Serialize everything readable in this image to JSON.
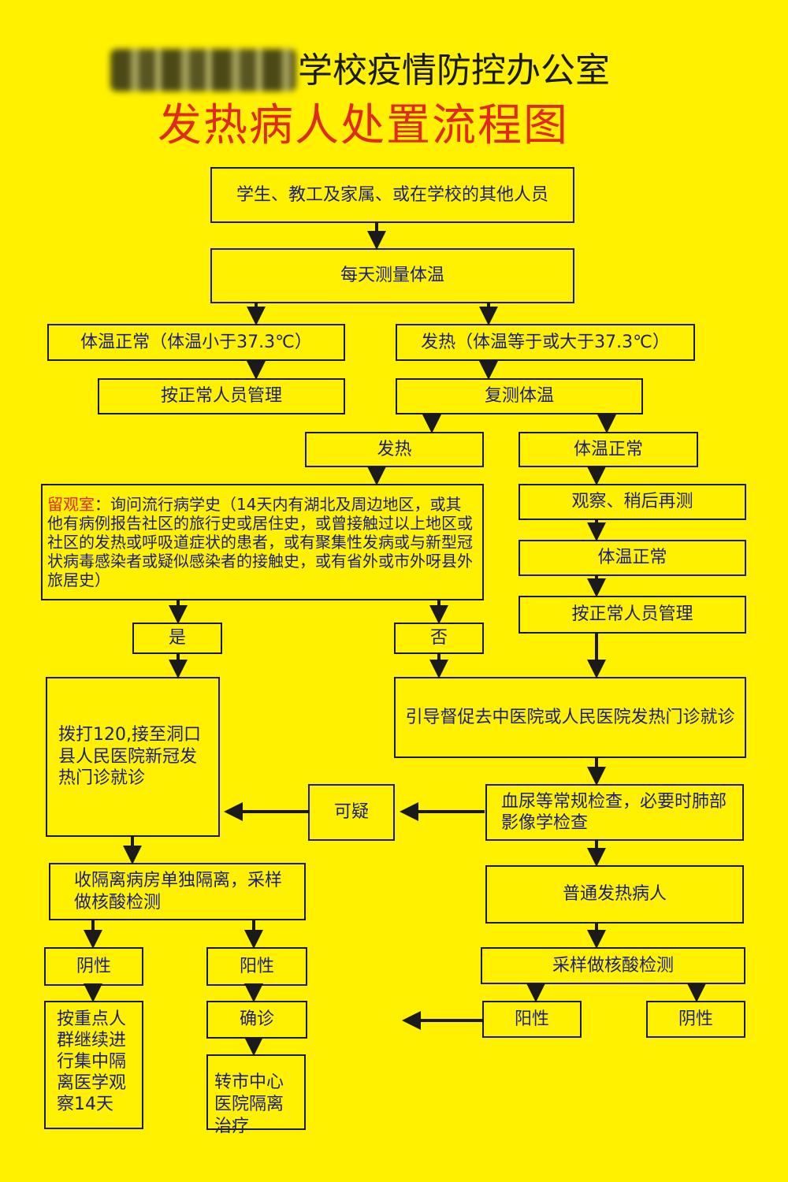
{
  "colors": {
    "background": "#fff100",
    "text": "#1b1f7a",
    "accent": "#e02a1e",
    "line": "#1a1a1a"
  },
  "title": {
    "blurred_prefix": "",
    "main": "学校疫情防控办公室",
    "sub": "发热病人处置流程图"
  },
  "nodes": {
    "start": "学生、教工及家属、或在学校的其他人员",
    "measure": "每天测量体温",
    "temp_normal": "体温正常（体温小于37.3℃）",
    "fever": "发热（体温等于或大于37.3℃）",
    "normal_manage_1": "按正常人员管理",
    "retest": "复测体温",
    "fever_2": "发热",
    "temp_normal_2": "体温正常",
    "observe_label": "留观室",
    "observe_text": "：询问流行病学史（14天内有湖北及周边地区，或其他有病例报告社区的旅行史或居住史，或曾接触过以上地区或社区的发热或呼吸道症状的患者，或有聚集性发病或与新型冠状病毒感染者或疑似感染者的接触史，或有省外或市外呀县外旅居史）",
    "observe_retest": "观察、稍后再测",
    "temp_normal_3": "体温正常",
    "normal_manage_2": "按正常人员管理",
    "yes": "是",
    "no": "否",
    "call_120": "拨打120,接至洞口县人民医院新冠发热门诊就诊",
    "guide_hospital": "引导督促去中医院或人民医院发热门诊就诊",
    "suspicious": "可疑",
    "blood_test": "血尿等常规检查，必要时肺部影像学检查",
    "isolate": "收隔离病房单独隔离，采样做核酸检测",
    "common_fever": "普通发热病人",
    "negative_1": "阴性",
    "positive_1": "阳性",
    "nucleic_test": "采样做核酸检测",
    "key_group": "按重点人群继续进行集中隔离医学观察14天",
    "confirmed": "确诊",
    "positive_2": "阳性",
    "negative_2": "阴性",
    "transfer": "转市中心医院隔离治疗"
  }
}
